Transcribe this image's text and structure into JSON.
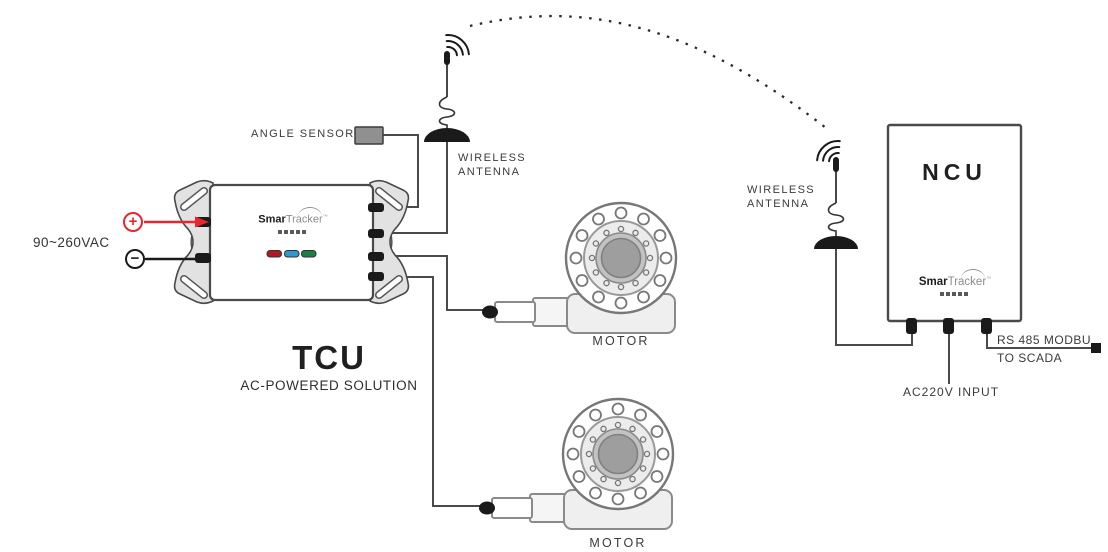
{
  "colors": {
    "positive_wire": "#e8262d",
    "negative_wire": "#1a1a1a",
    "signal_wire": "#4a4a4a",
    "led_red": "#b01823",
    "led_blue": "#2f97cf",
    "led_green": "#1b7f44"
  },
  "brand": {
    "bold": "Smar",
    "light": "Tracker",
    "tm": "™"
  },
  "tcu": {
    "title": "TCU",
    "subtitle": "AC-POWERED SOLUTION",
    "power_label": "90~260VAC",
    "positive_symbol": "+",
    "negative_symbol": "−"
  },
  "ncu": {
    "title": "NCU",
    "power_label": "AC220V INPUT",
    "comm_line1": "RS 485 MODBU",
    "comm_line2": "TO SCADA"
  },
  "labels": {
    "angle_sensor": "ANGLE SENSOR",
    "wireless_line1": "WIRELESS",
    "wireless_line2": "ANTENNA",
    "motor": "MOTOR"
  }
}
